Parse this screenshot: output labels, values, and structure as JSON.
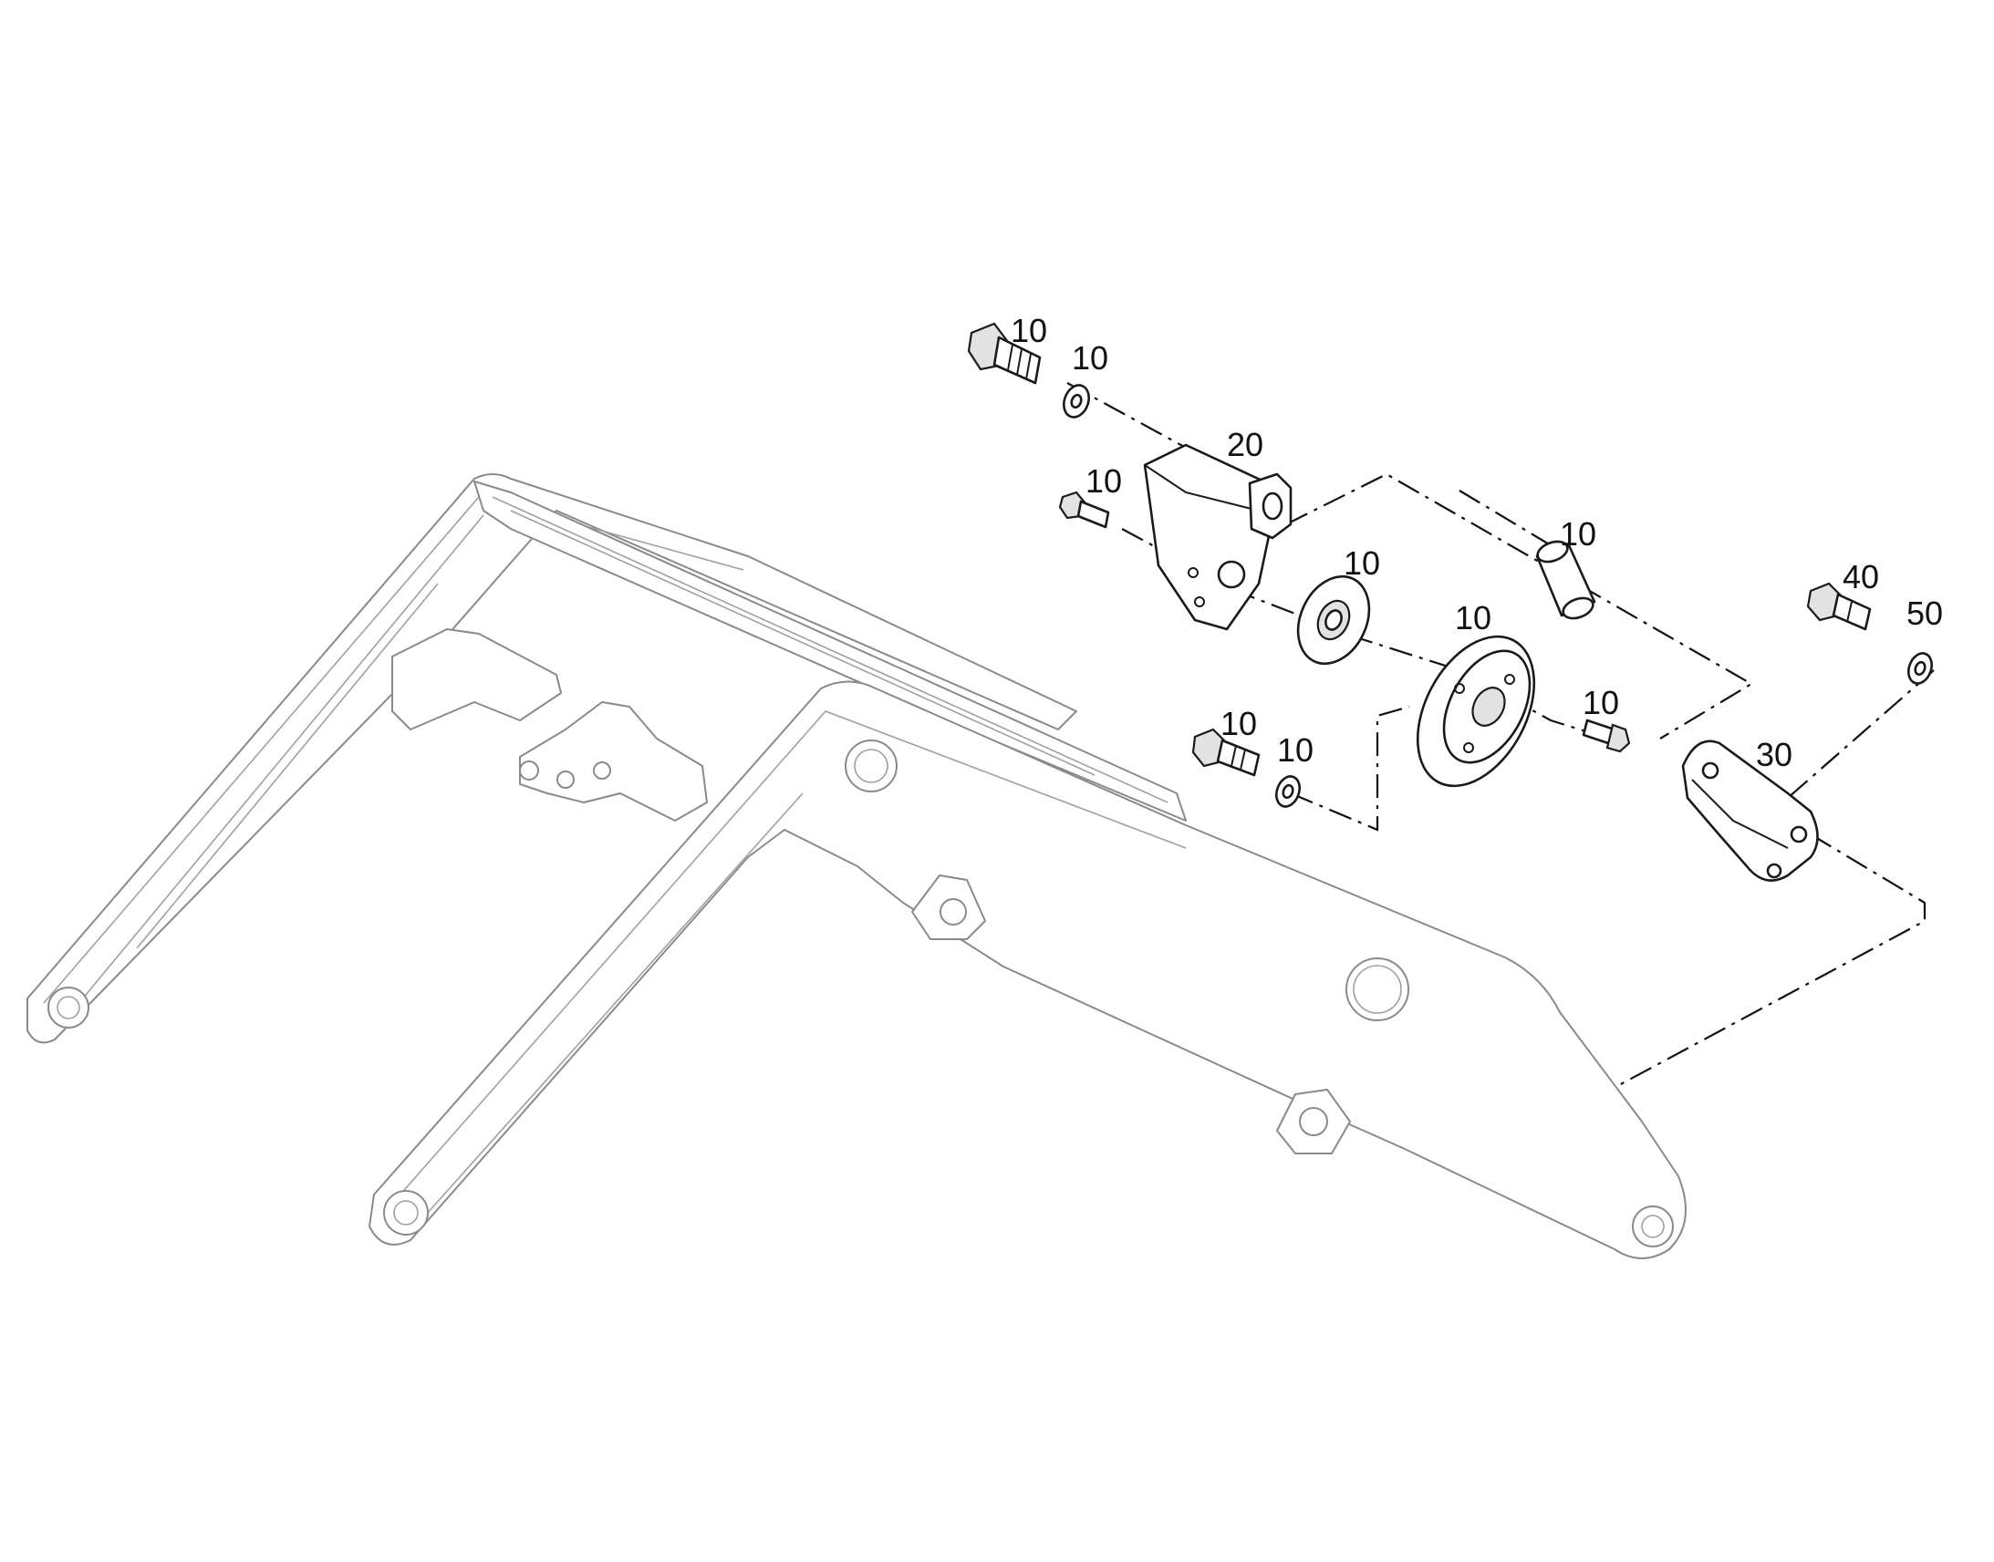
{
  "callouts": [
    {
      "id": "c1",
      "text": "10"
    },
    {
      "id": "c2",
      "text": "10"
    },
    {
      "id": "c3",
      "text": "20"
    },
    {
      "id": "c4",
      "text": "10"
    },
    {
      "id": "c5",
      "text": "10"
    },
    {
      "id": "c6",
      "text": "10"
    },
    {
      "id": "c7",
      "text": "10"
    },
    {
      "id": "c8",
      "text": "10"
    },
    {
      "id": "c9",
      "text": "10"
    },
    {
      "id": "c10",
      "text": "10"
    },
    {
      "id": "c11",
      "text": "40"
    },
    {
      "id": "c12",
      "text": "50"
    },
    {
      "id": "c13",
      "text": "30"
    }
  ]
}
